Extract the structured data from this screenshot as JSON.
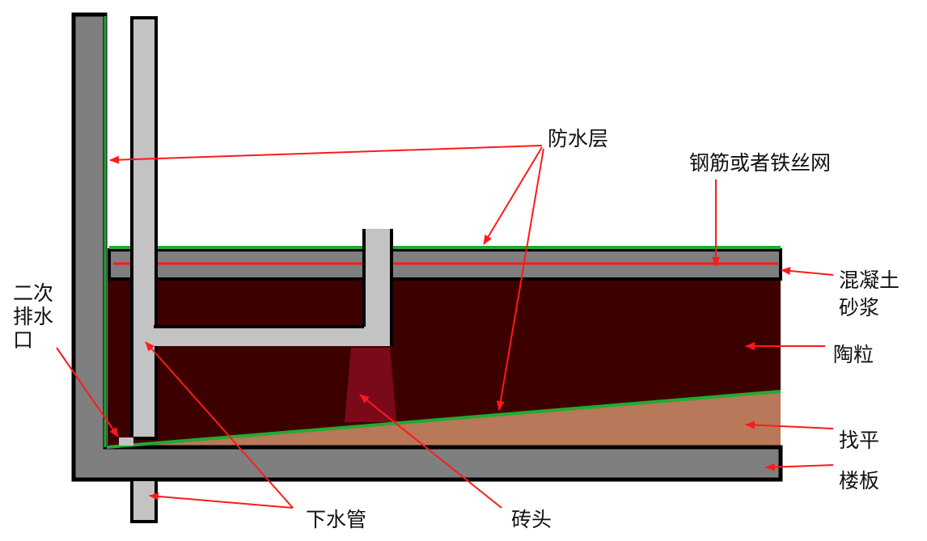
{
  "labels": {
    "waterproof_layer": "防水层",
    "steel_mesh": "钢筋或者铁丝网",
    "concrete_line1": "混凝土",
    "concrete_line2": "砂浆",
    "ceramsite": "陶粒",
    "leveling": "找平",
    "floor_slab": "楼板",
    "drain_pipe": "下水管",
    "brick": "砖头",
    "secondary_drain_line1": "二次",
    "secondary_drain_line2": "排水",
    "secondary_drain_line3": "口"
  },
  "colors": {
    "wall": "#7f7f7f",
    "outline": "#000000",
    "pipe": "#c3c3c3",
    "ceramsite_fill": "#3d0000",
    "brick_fill": "#7a0a1a",
    "leveling_fill": "#b8785a",
    "waterproof_line": "#22aa33",
    "steel_line": "#ff1a1a",
    "arrow": "#ff1a1a"
  }
}
